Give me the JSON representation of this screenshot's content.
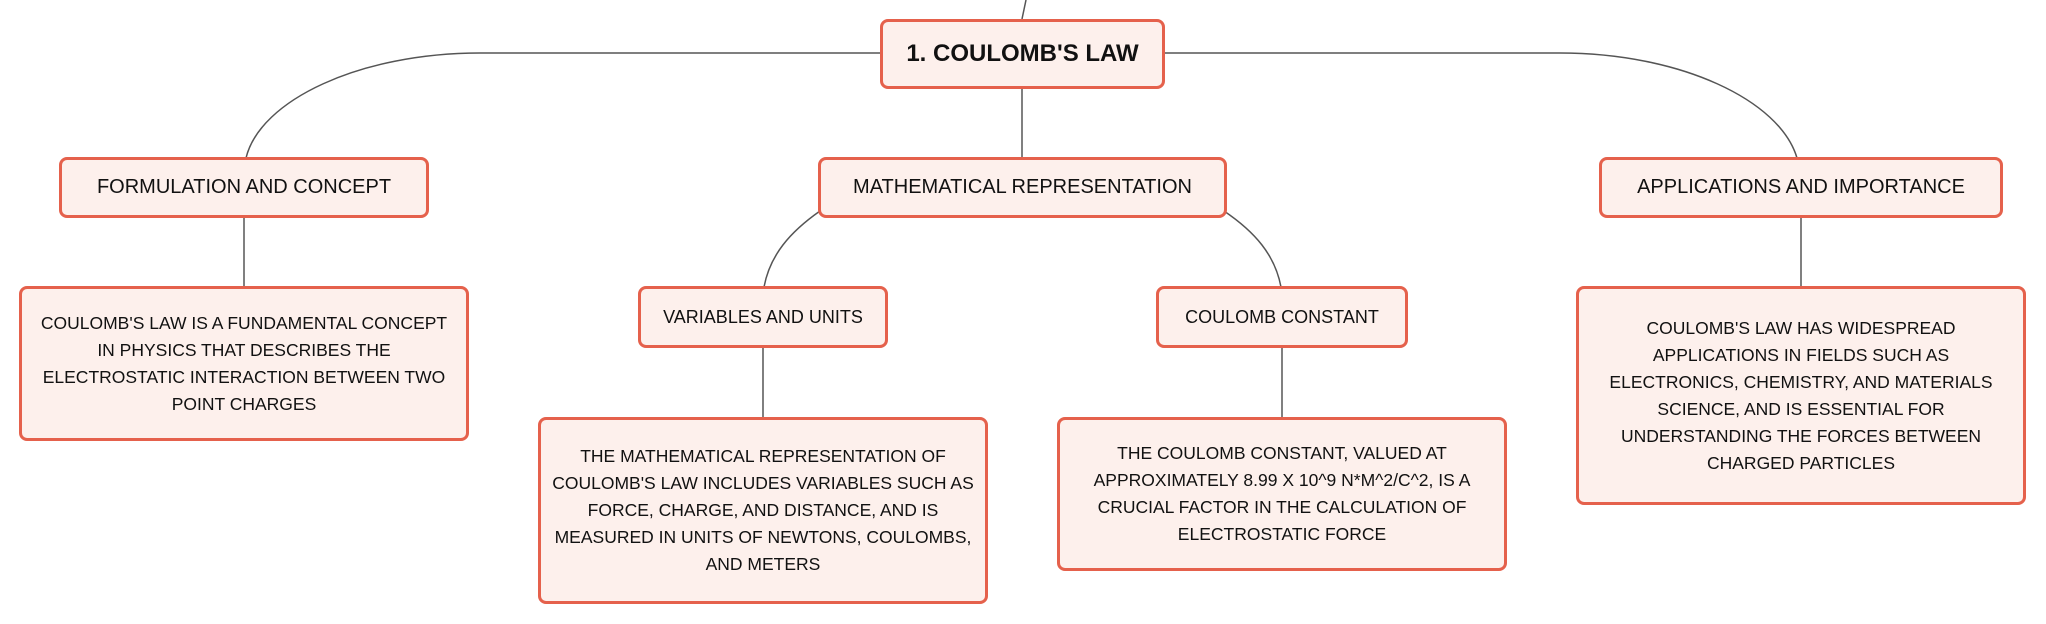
{
  "root": {
    "label": "1. COULOMB'S LAW"
  },
  "branches": [
    {
      "label": "FORMULATION AND CONCEPT"
    },
    {
      "label": "MATHEMATICAL REPRESENTATION"
    },
    {
      "label": "APPLICATIONS AND IMPORTANCE"
    }
  ],
  "subtopics": [
    {
      "label": "VARIABLES AND UNITS"
    },
    {
      "label": "COULOMB CONSTANT"
    }
  ],
  "descriptions": {
    "formulation": "COULOMB'S LAW IS A FUNDAMENTAL CONCEPT IN PHYSICS THAT DESCRIBES THE ELECTROSTATIC INTERACTION BETWEEN TWO POINT CHARGES",
    "variables": "THE MATHEMATICAL REPRESENTATION OF COULOMB'S LAW INCLUDES VARIABLES SUCH AS FORCE, CHARGE, AND DISTANCE, AND IS MEASURED IN UNITS OF NEWTONS, COULOMBS, AND METERS",
    "constant": "THE COULOMB CONSTANT, VALUED AT APPROXIMATELY 8.99 X 10^9 N*M^2/C^2, IS A CRUCIAL FACTOR IN THE CALCULATION OF ELECTROSTATIC FORCE",
    "applications": "COULOMB'S LAW HAS WIDESPREAD APPLICATIONS IN FIELDS SUCH AS ELECTRONICS, CHEMISTRY, AND MATERIALS SCIENCE, AND IS ESSENTIAL FOR UNDERSTANDING THE FORCES BETWEEN CHARGED PARTICLES"
  },
  "colors": {
    "border": "#e5614c",
    "fill": "#fdf0ec",
    "connector": "#555555"
  }
}
